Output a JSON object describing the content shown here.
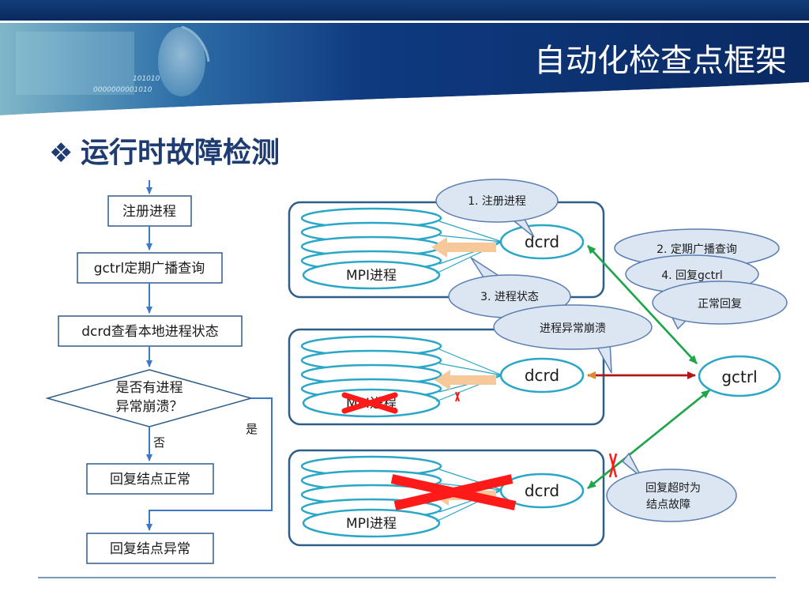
{
  "slide": {
    "title": "自动化检查点框架",
    "banner_code_1": "101010",
    "banner_code_2": "0000000001010",
    "heading_bullet": "❖",
    "heading": "运行时故障检测"
  },
  "flowchart": {
    "step_register": "注册进程",
    "step_broadcast": "gctrl定期广播查询",
    "step_check": "dcrd查看本地进程状态",
    "decision_line1": "是否有进程",
    "decision_line2": "异常崩溃？",
    "label_no": "否",
    "label_yes": "是",
    "result_normal": "回复结点正常",
    "result_abnormal": "回复结点异常"
  },
  "diagram": {
    "mpi_label": "MPI进程",
    "dcrd_label": "dcrd",
    "gctrl_label": "gctrl",
    "callout_register": "1. 注册进程",
    "callout_status": "3. 进程状态",
    "callout_broadcast": "2. 定期广播查询",
    "callout_reply": "4. 回复gctrl",
    "callout_normal": "正常回复",
    "callout_crash": "进程异常崩溃",
    "callout_timeout_line1": "回复超时为",
    "callout_timeout_line2": "结点故障"
  },
  "colors": {
    "banner_dark": "#0d2f6b",
    "title_white": "#ffffff",
    "heading_blue": "#1f3c72",
    "box_border": "#2f5d8a",
    "coil": "#2aa6c6",
    "callout_fill": "#dce6f2",
    "callout_stroke": "#5b7db1",
    "green_arrow": "#1fa64a",
    "red_arrow": "#b01818",
    "red_cross": "#ff1a1a",
    "orange_arrow": "#f7c89a"
  }
}
